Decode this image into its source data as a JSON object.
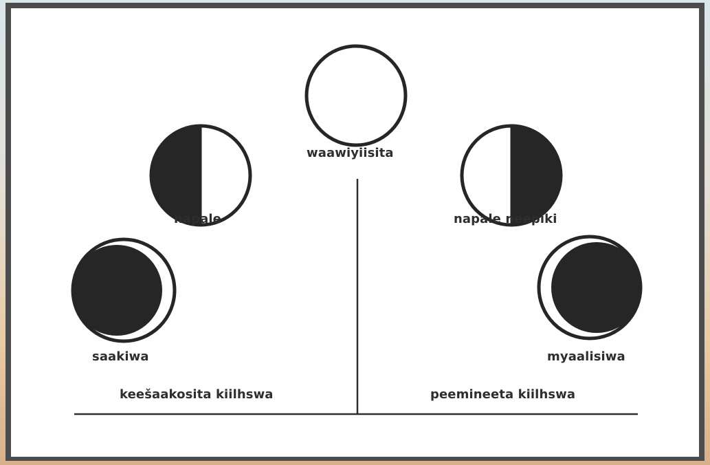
{
  "phases": {
    "full": "waawiyiisita",
    "first_quarter": "napale",
    "last_quarter": "napale neepiki",
    "waxing_crescent": "saakiwa",
    "waning_crescent": "myaalisiwa"
  },
  "sides": {
    "left": "keešaakosita kiilhswa",
    "right": "peemineeta kiilhswa"
  },
  "colors": {
    "moon_dark": "#262626",
    "outline": "#262626",
    "moon_light": "#ffffff",
    "frame": "#4c4c4c"
  }
}
